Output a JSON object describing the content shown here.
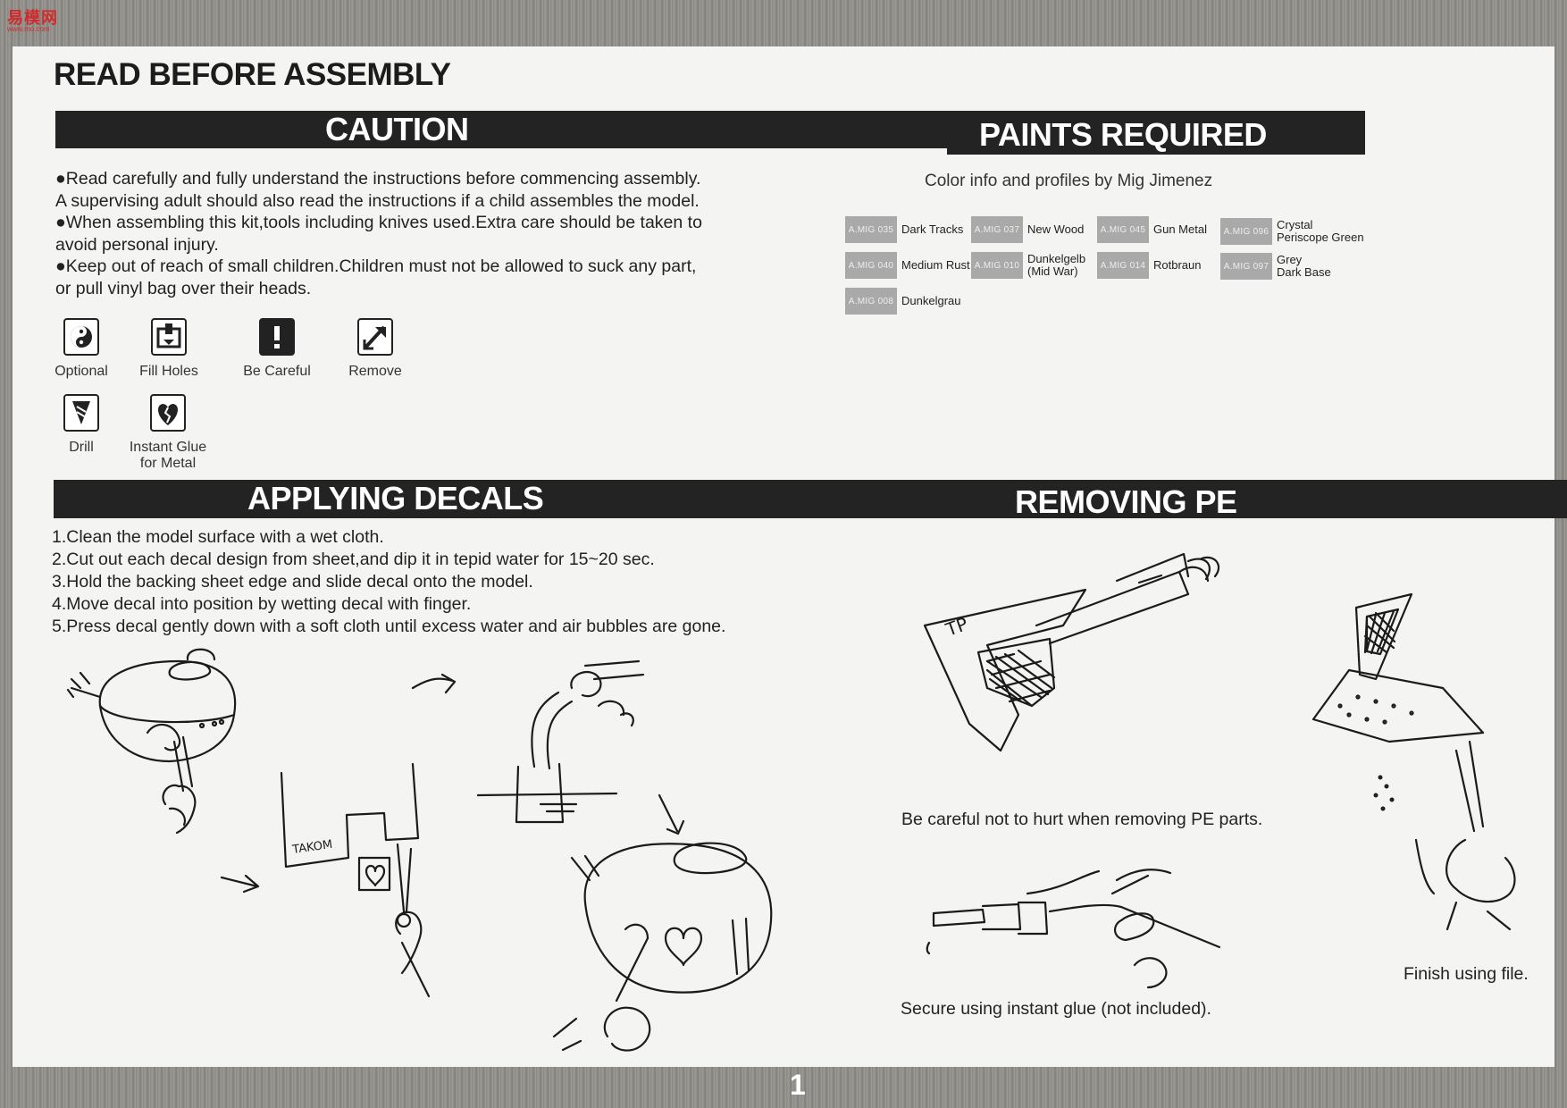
{
  "watermark": {
    "main": "易模网",
    "sub": "www.mo.com"
  },
  "title": "READ BEFORE ASSEMBLY",
  "sections": {
    "caution": "CAUTION",
    "paints": "PAINTS REQUIRED",
    "decals": "APPLYING DECALS",
    "pe": "REMOVING PE"
  },
  "caution_lines": [
    "●Read carefully and fully understand the instructions before commencing assembly.",
    "A supervising adult should also read the instructions if a child assembles the model.",
    "●When assembling this kit,tools including knives used.Extra care should be taken to",
    "avoid personal injury.",
    "●Keep out of reach of small children.Children must not be allowed to suck any part,",
    "or pull vinyl bag over their heads."
  ],
  "icons": [
    {
      "name": "optional-icon",
      "label": "Optional"
    },
    {
      "name": "fill-holes-icon",
      "label": "Fill Holes"
    },
    {
      "name": "be-careful-icon",
      "label": "Be Careful"
    },
    {
      "name": "remove-icon",
      "label": "Remove"
    },
    {
      "name": "drill-icon",
      "label": "Drill"
    },
    {
      "name": "instant-glue-icon",
      "label": "Instant Glue for Metal"
    }
  ],
  "paints_subtitle": "Color info and profiles by Mig Jimenez",
  "paints": [
    {
      "code": "A.MIG 035",
      "name": "Dark Tracks"
    },
    {
      "code": "A.MIG 037",
      "name": "New Wood"
    },
    {
      "code": "A.MIG 045",
      "name": "Gun Metal"
    },
    {
      "code": "A.MIG 096",
      "name": "Crystal\nPeriscope Green"
    },
    {
      "code": "A.MIG 040",
      "name": "Medium Rust"
    },
    {
      "code": "A.MIG 010",
      "name": "Dunkelgelb\n(Mid War)"
    },
    {
      "code": "A.MIG 014",
      "name": "Rotbraun"
    },
    {
      "code": "A.MIG 097",
      "name": "Grey\nDark Base"
    },
    {
      "code": "A.MIG 008",
      "name": "Dunkelgrau"
    }
  ],
  "decal_steps": [
    "1.Clean the model surface with a wet cloth.",
    "2.Cut out each decal design from sheet,and dip it in tepid water for 15~20 sec.",
    "3.Hold the backing sheet edge and slide decal onto the model.",
    "4.Move decal into position by wetting decal with finger.",
    "5.Press decal gently down with a soft cloth until excess water and air bubbles are gone."
  ],
  "drawing_labels": {
    "decal_sheet": "TAKOM",
    "pe_fret": "TP"
  },
  "pe_captions": {
    "careful": "Be careful not to hurt when removing PE parts.",
    "glue": "Secure using instant glue (not included).",
    "file": "Finish using file."
  },
  "page_number": "1"
}
